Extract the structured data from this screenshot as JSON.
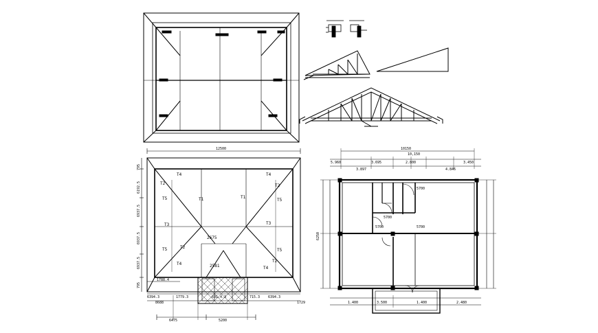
{
  "drawing": {
    "roof_plan_overall": "12500",
    "roof_plan_center": "2675",
    "roof_plan_low": "2581",
    "roof_plan_bottom_left": "1788.4",
    "roof_plan_side_labels": [
      "795",
      "6192.5",
      "6937.5",
      "6937.5",
      "6937.5",
      "795"
    ],
    "roof_plan_bottom_dims": [
      "6394.3",
      "1779.3",
      "8688",
      "691.4.3",
      "715.3",
      "6394.3",
      "1729"
    ],
    "roof_plan_bottom_total": [
      "6475",
      "5200"
    ],
    "truss_labels_left": [
      "T2",
      "T4",
      "T5",
      "T3",
      "T5",
      "T2",
      "T4"
    ],
    "truss_labels_right": [
      "T4",
      "T2",
      "T5",
      "T3",
      "T5",
      "T2",
      "T4"
    ],
    "truss_labels_center": [
      "T1",
      "T1"
    ],
    "floor_plan_overall": "10150",
    "floor_plan_sub": "10,150",
    "floor_plan_top_dims": [
      "5.960",
      "3.695",
      "3.897",
      "2.800",
      "4.846",
      "3.450"
    ],
    "floor_plan_left": "6250",
    "room_tags": [
      "5700",
      "5700",
      "5700",
      "5700"
    ],
    "floor_plan_bottom_dims": [
      "1.400",
      "3.500",
      "1.400",
      "2.480"
    ]
  },
  "colors": {
    "ink": "#000000",
    "paper": "#ffffff"
  }
}
